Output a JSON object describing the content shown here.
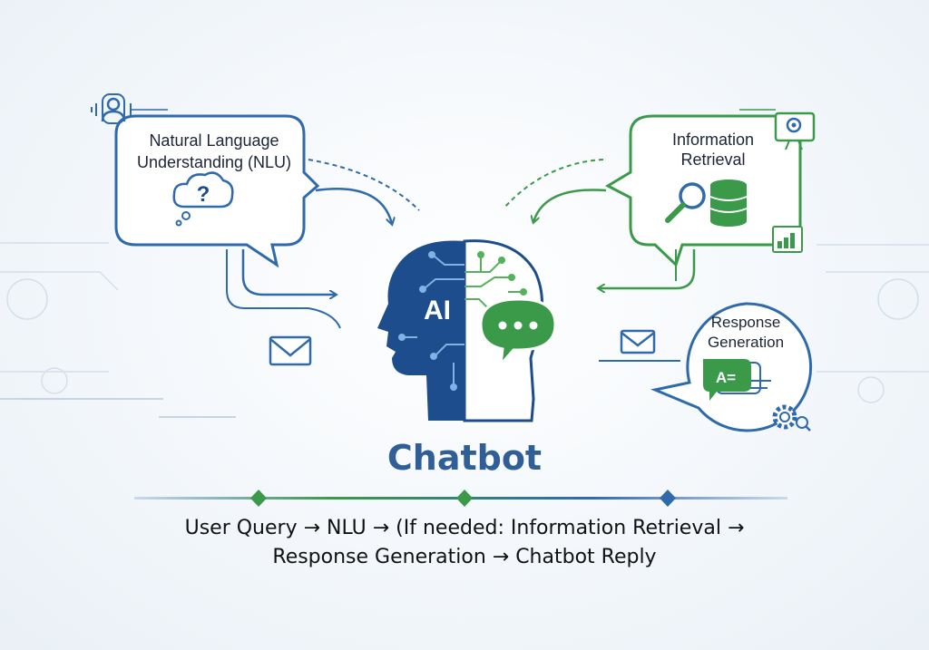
{
  "nlu": {
    "line1": "Natural Language",
    "line2": "Understanding (NLU)"
  },
  "info_retrieval": {
    "line1": "Information",
    "line2": "Retrieval"
  },
  "response_generation": {
    "line1": "Response",
    "line2": "Generation",
    "badge_text": "A="
  },
  "center": {
    "ai_text": "AI",
    "title": "Chatbot"
  },
  "flow": {
    "line1": "User Query → NLU → (If needed: Information Retrieval →",
    "line2": "Response Generation → Chatbot Reply"
  },
  "colors": {
    "blue": "#2f6aab",
    "navy": "#1d4d8c",
    "green": "#3a9a4a",
    "light_green": "#54b35a"
  }
}
